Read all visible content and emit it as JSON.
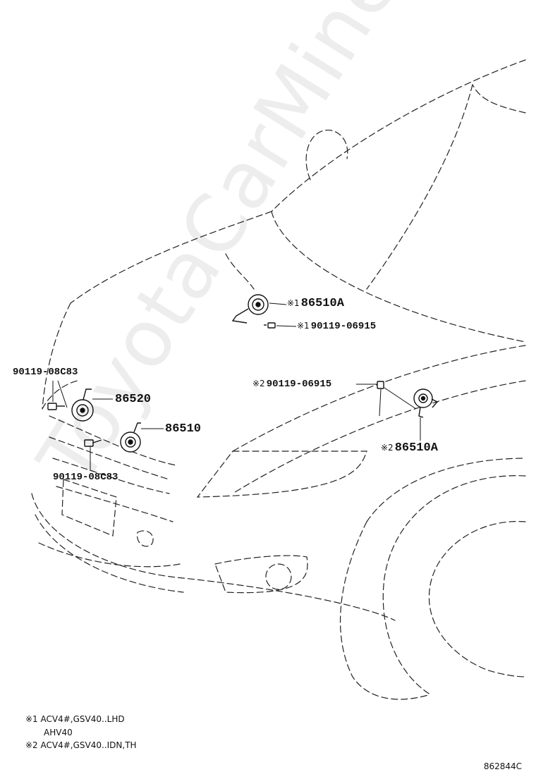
{
  "callouts": {
    "horn_a_top": {
      "mark": "※1",
      "part": "86510A"
    },
    "bolt_top": {
      "mark": "※1",
      "part": "90119-06915"
    },
    "bolt_left_top": {
      "part": "90119-08C83"
    },
    "horn_86520": {
      "part": "86520"
    },
    "horn_86510": {
      "part": "86510"
    },
    "bolt_left_bottom": {
      "part": "90119-08C83"
    },
    "bolt_right": {
      "mark": "※2",
      "part": "90119-06915"
    },
    "horn_a_right": {
      "mark": "※2",
      "part": "86510A"
    }
  },
  "notes": [
    {
      "mark": "※1",
      "text": "ACV4#,GSV40..LHD"
    },
    {
      "mark": "",
      "text": "AHV40"
    },
    {
      "mark": "※2",
      "text": "ACV4#,GSV40..IDN,TH"
    }
  ],
  "drawing_code": "862844C",
  "watermark": "ToyotaCarMine.ru"
}
